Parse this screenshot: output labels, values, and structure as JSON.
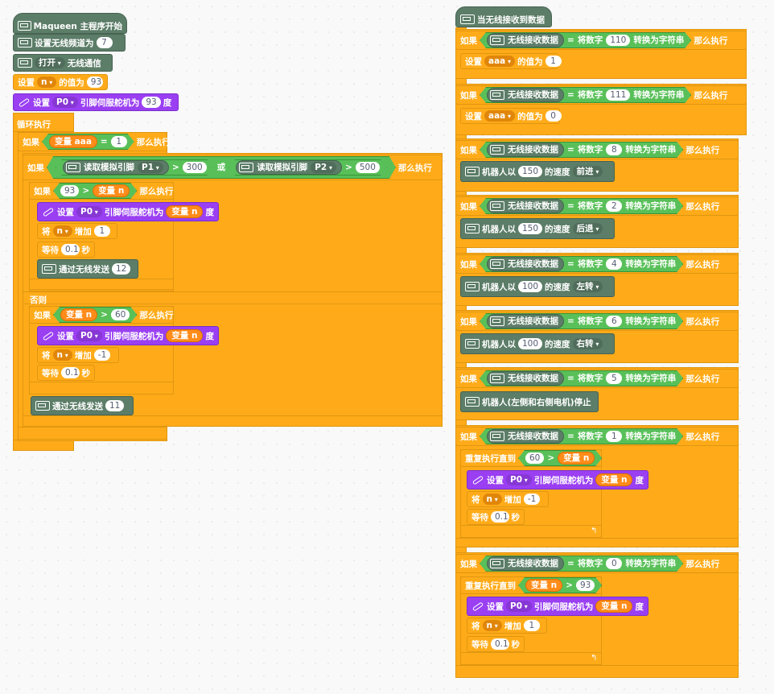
{
  "left": {
    "hat_label": "Maqueen 主程序开始",
    "set_channel_label": "设置无线频道为",
    "set_channel_value": "7",
    "open_label": "打开",
    "radio_label": "无线通信",
    "set_label": "设置",
    "var_n": "n",
    "value_of": "的值为",
    "n_value": "93",
    "servo_set": "设置",
    "pin_p0": "P0",
    "servo_label": "引脚伺服舵机为",
    "servo_value": "93",
    "degree": "度",
    "forever": "循环执行",
    "if": "如果",
    "then": "那么执行",
    "else": "否则",
    "var_aaa": "变量 aaa",
    "eq": "=",
    "aaa_cmp": "1",
    "read_analog": "读取模拟引脚",
    "pin_p1": "P1",
    "pin_p2": "P2",
    "gt": ">",
    "p1_thresh": "300",
    "or": "或",
    "p2_thresh": "500",
    "num_93": "93",
    "var_n_r": "变量 n",
    "change": "将",
    "add": "增加",
    "add_1": "1",
    "add_neg1": "-1",
    "wait": "等待",
    "wait_val": "0.1",
    "sec": "秒",
    "send_label": "通过无线发送",
    "send_12": "12",
    "send_11": "11",
    "num_60": "60"
  },
  "right": {
    "hat_label": "当无线接收到数据",
    "if": "如果",
    "then": "那么执行",
    "recv_data": "无线接收数据",
    "eq": "=",
    "convert_prefix": "将数字",
    "convert_suffix": "转换为字符串",
    "set": "设置",
    "aaa": "aaa",
    "value_of": "的值为",
    "robot_at": "机器人以",
    "speed": "的速度",
    "forward": "前进",
    "backward": "后退",
    "left": "左转",
    "right": "右转",
    "stop": "机器人(左侧和右侧电机)停止",
    "repeat_until": "重复执行直到",
    "gt": ">",
    "var_n": "变量 n",
    "servo_set": "设置",
    "pin_p0": "P0",
    "servo_label": "引脚伺服舵机为",
    "degree": "度",
    "change": "将",
    "n": "n",
    "add": "增加",
    "add_neg1": "-1",
    "add_1": "1",
    "wait": "等待",
    "wait_val": "0.1",
    "sec": "秒",
    "r1_num": "110",
    "r1_val": "1",
    "r2_num": "111",
    "r2_val": "0",
    "r3_num": "8",
    "r3_speed": "150",
    "r4_num": "2",
    "r4_speed": "150",
    "r5_num": "4",
    "r5_speed": "100",
    "r6_num": "6",
    "r6_speed": "100",
    "r7_num": "5",
    "r8_num": "1",
    "r8_cmp": "60",
    "r9_num": "0",
    "r9_cmp": "93"
  },
  "colors": {
    "control": "#ffab19",
    "maqueen": "#5c7d68",
    "operator": "#59c059",
    "servo": "#9a3ff2",
    "variable": "#ff8c1a"
  },
  "icons": [
    "maqueen-board-icon",
    "servo-icon",
    "repeat-arrow-icon"
  ]
}
